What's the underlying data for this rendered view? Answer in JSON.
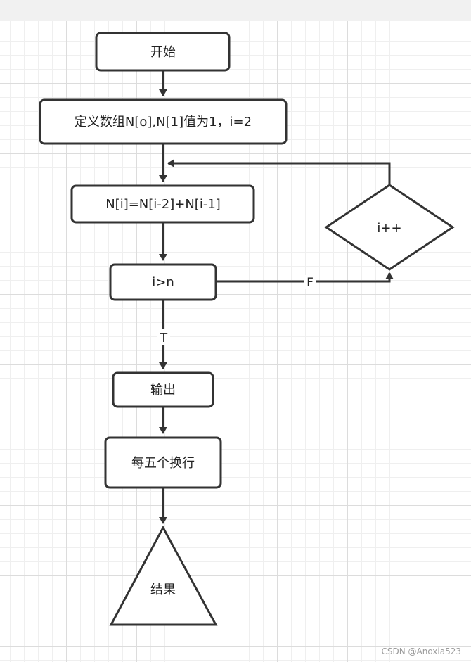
{
  "nodes": {
    "start": "开始",
    "define": "定义数组N[o],N[1]值为1，i=2",
    "compute": "N[i]=N[i-2]+N[i-1]",
    "condition": "i>n",
    "increment": "i++",
    "output": "输出",
    "wrap": "每五个换行",
    "result": "结果"
  },
  "edges": {
    "false_label": "F",
    "true_label": "T"
  },
  "watermark": "CSDN @Anoxia523",
  "colors": {
    "stroke": "#333333",
    "fill": "#ffffff",
    "grid_major": "#dcdcdc",
    "grid_minor": "#efefef",
    "topbar": "#f1f1f1"
  }
}
